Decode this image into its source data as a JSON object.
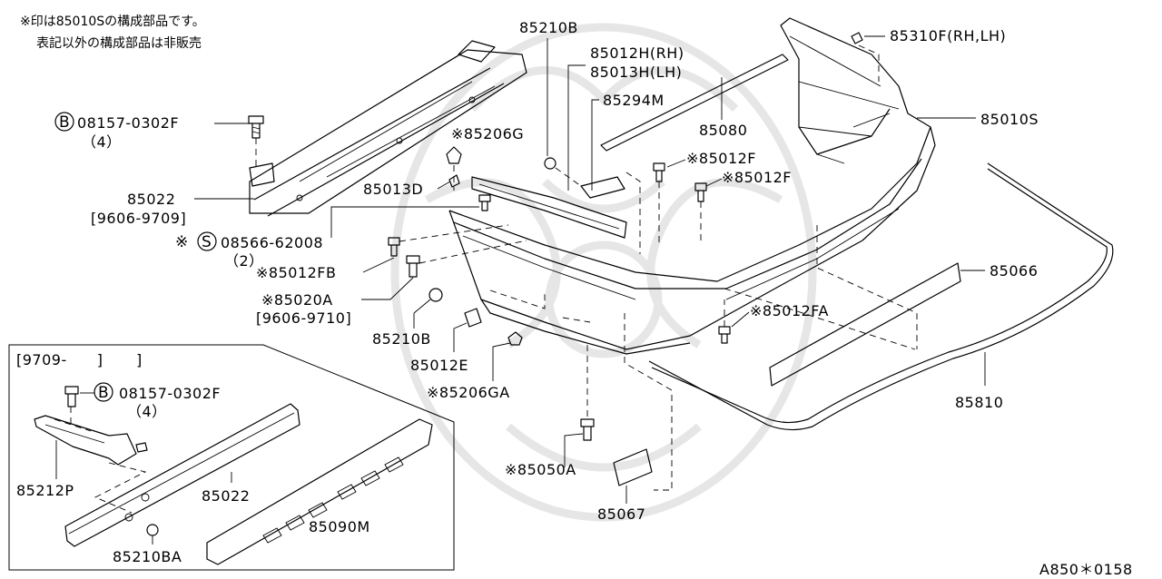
{
  "notes": {
    "line1": "※印は85010Sの構成部品です。",
    "line2": "表記以外の構成部品は非販売"
  },
  "inset": {
    "period": "[9709-　　]",
    "label_bolt": "08157-0302F",
    "label_bolt_qty": "（4）",
    "label_bracket": "85212P",
    "label_reinforcement": "85022",
    "label_absorber": "85090M",
    "label_clip": "85210BA"
  },
  "labels": {
    "p85210B_top": "85210B",
    "p85012H": "85012H(RH)",
    "p85013H": "85013H(LH)",
    "p85310F": "85310F(RH,LH)",
    "p85294M": "85294M",
    "p85010S": "85010S",
    "p85080": "85080",
    "p85206G": "※85206G",
    "p85012F_a": "※85012F",
    "p85012F_b": "※85012F",
    "p08157": "08157-0302F",
    "p08157_qty": "（4）",
    "p85022": "85022",
    "p85022_period": "[9606-9709]",
    "p85013D": "85013D",
    "p08566": "08566-62008",
    "p08566_qty": "（2）",
    "p85012FB": "※85012FB",
    "p85020A": "※85020A",
    "p85020A_period": "[9606-9710]",
    "p85066": "85066",
    "p85012FA": "※85012FA",
    "p85210B_mid": "85210B",
    "p85012E": "85012E",
    "p85206GA": "※85206GA",
    "p85810": "85810",
    "p85050A": "※85050A",
    "p85067": "85067"
  },
  "symbols": {
    "b_circle": "B",
    "s_circle": "S",
    "asterisk": "※"
  },
  "footer": {
    "ref": "A850＊0158"
  }
}
